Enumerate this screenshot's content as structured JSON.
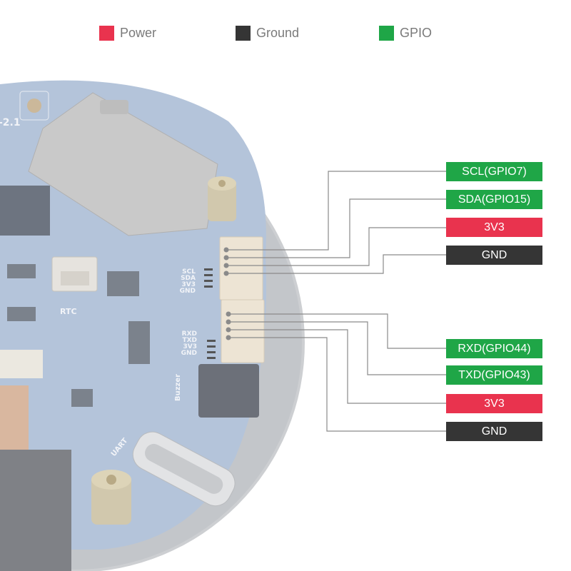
{
  "colors": {
    "power": "#e9334e",
    "ground": "#353535",
    "gpio": "#1fa647",
    "board": "#b4c4da",
    "bezel": "#c8cacd",
    "line": "#8a8a8a"
  },
  "legend": [
    {
      "label": "Power",
      "type": "power"
    },
    {
      "label": "Ground",
      "type": "ground"
    },
    {
      "label": "GPIO",
      "type": "gpio"
    }
  ],
  "connectors": {
    "i2c": {
      "pins": [
        {
          "label": "SCL(GPIO7)",
          "type": "gpio"
        },
        {
          "label": "SDA(GPIO15)",
          "type": "gpio"
        },
        {
          "label": "3V3",
          "type": "power"
        },
        {
          "label": "GND",
          "type": "ground"
        }
      ]
    },
    "uart": {
      "pins": [
        {
          "label": "RXD(GPIO44)",
          "type": "gpio"
        },
        {
          "label": "TXD(GPIO43)",
          "type": "gpio"
        },
        {
          "label": "3V3",
          "type": "power"
        },
        {
          "label": "GND",
          "type": "ground"
        }
      ]
    }
  },
  "board_silkscreen": {
    "version": "-2.1",
    "i2c_pins": [
      "SCL",
      "SDA",
      "3V3",
      "GND"
    ],
    "uart_pins": [
      "RXD",
      "TXD",
      "3V3",
      "GND"
    ],
    "rtc": "RTC",
    "buzzer": "Buzzer",
    "uart": "UART"
  }
}
